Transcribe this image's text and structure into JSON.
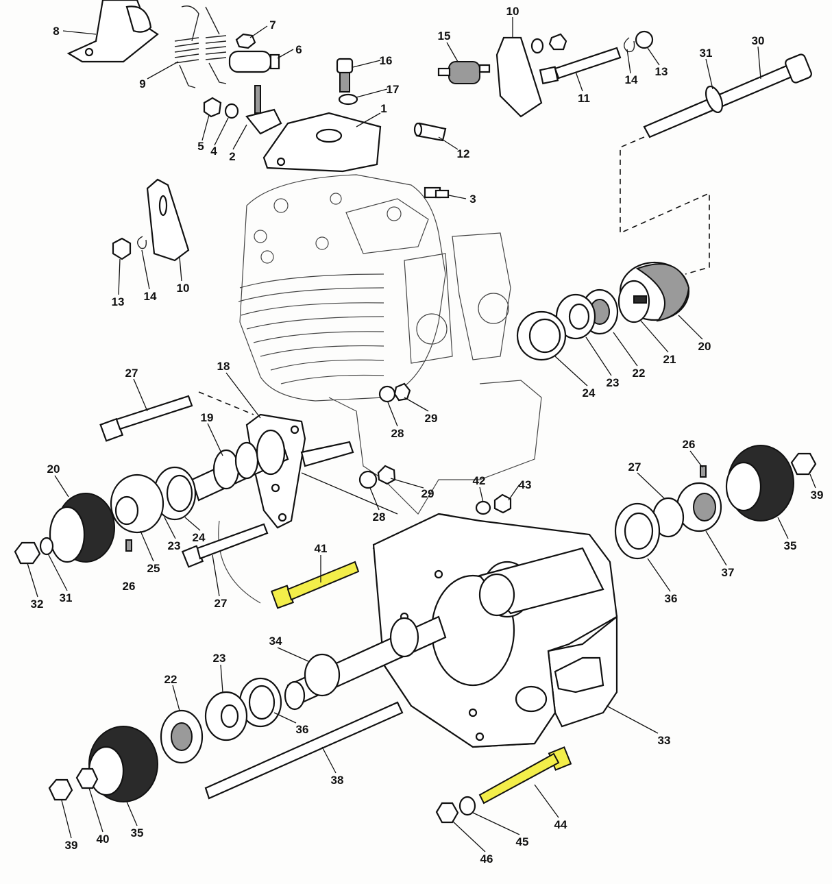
{
  "diagram": {
    "type": "exploded-parts-diagram",
    "highlight_color": "#f3ee4a",
    "highlighted_parts": [
      "41",
      "44"
    ],
    "labels": [
      "8",
      "9",
      "7",
      "6",
      "16",
      "17",
      "1",
      "5",
      "4",
      "2",
      "15",
      "10",
      "11",
      "12",
      "14",
      "13",
      "31",
      "30",
      "3",
      "13",
      "14",
      "10",
      "20",
      "21",
      "22",
      "23",
      "24",
      "27",
      "18",
      "19",
      "28",
      "29",
      "20",
      "23",
      "24",
      "25",
      "26",
      "31",
      "32",
      "27",
      "28",
      "29",
      "42",
      "43",
      "26",
      "27",
      "39",
      "35",
      "37",
      "36",
      "41",
      "34",
      "23",
      "22",
      "36",
      "33",
      "38",
      "44",
      "45",
      "46",
      "39",
      "40",
      "35"
    ]
  }
}
